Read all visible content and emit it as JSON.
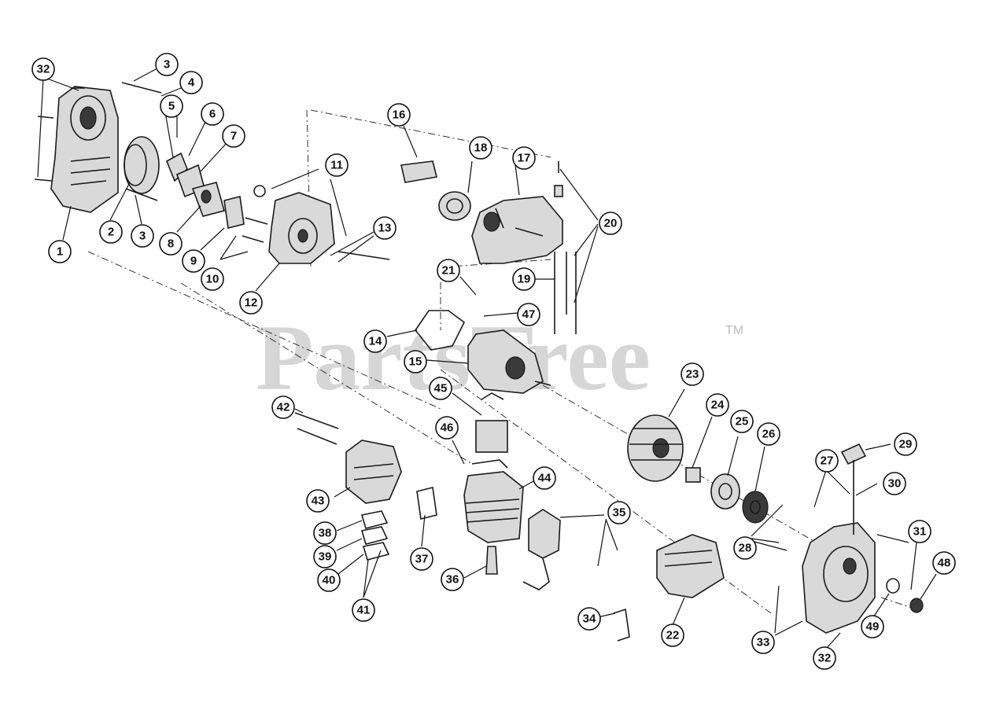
{
  "watermark": {
    "text": "PartsTree",
    "tm": "TM",
    "color": "#cfcfcf"
  },
  "callouts": [
    {
      "id": "c32a",
      "label": "32"
    },
    {
      "id": "c3a",
      "label": "3"
    },
    {
      "id": "c4",
      "label": "4"
    },
    {
      "id": "c5",
      "label": "5"
    },
    {
      "id": "c6",
      "label": "6"
    },
    {
      "id": "c7",
      "label": "7"
    },
    {
      "id": "c16",
      "label": "16"
    },
    {
      "id": "c18",
      "label": "18"
    },
    {
      "id": "c17",
      "label": "17"
    },
    {
      "id": "c11",
      "label": "11"
    },
    {
      "id": "c20",
      "label": "20"
    },
    {
      "id": "c13",
      "label": "13"
    },
    {
      "id": "c1",
      "label": "1"
    },
    {
      "id": "c2",
      "label": "2"
    },
    {
      "id": "c3b",
      "label": "3"
    },
    {
      "id": "c8",
      "label": "8"
    },
    {
      "id": "c9",
      "label": "9"
    },
    {
      "id": "c10",
      "label": "10"
    },
    {
      "id": "c12",
      "label": "12"
    },
    {
      "id": "c21",
      "label": "21"
    },
    {
      "id": "c19",
      "label": "19"
    },
    {
      "id": "c47",
      "label": "47"
    },
    {
      "id": "c14",
      "label": "14"
    },
    {
      "id": "c15",
      "label": "15"
    },
    {
      "id": "c23",
      "label": "23"
    },
    {
      "id": "c45",
      "label": "45"
    },
    {
      "id": "c24",
      "label": "24"
    },
    {
      "id": "c42",
      "label": "42"
    },
    {
      "id": "c25",
      "label": "25"
    },
    {
      "id": "c26",
      "label": "26"
    },
    {
      "id": "c46",
      "label": "46"
    },
    {
      "id": "c29",
      "label": "29"
    },
    {
      "id": "c27",
      "label": "27"
    },
    {
      "id": "c44",
      "label": "44"
    },
    {
      "id": "c30",
      "label": "30"
    },
    {
      "id": "c43",
      "label": "43"
    },
    {
      "id": "c35",
      "label": "35"
    },
    {
      "id": "c38",
      "label": "38"
    },
    {
      "id": "c28",
      "label": "28"
    },
    {
      "id": "c31",
      "label": "31"
    },
    {
      "id": "c39",
      "label": "39"
    },
    {
      "id": "c37",
      "label": "37"
    },
    {
      "id": "c48",
      "label": "48"
    },
    {
      "id": "c40",
      "label": "40"
    },
    {
      "id": "c36",
      "label": "36"
    },
    {
      "id": "c41",
      "label": "41"
    },
    {
      "id": "c49",
      "label": "49"
    },
    {
      "id": "c34",
      "label": "34"
    },
    {
      "id": "c22",
      "label": "22"
    },
    {
      "id": "c33",
      "label": "33"
    },
    {
      "id": "c32b",
      "label": "32"
    }
  ]
}
